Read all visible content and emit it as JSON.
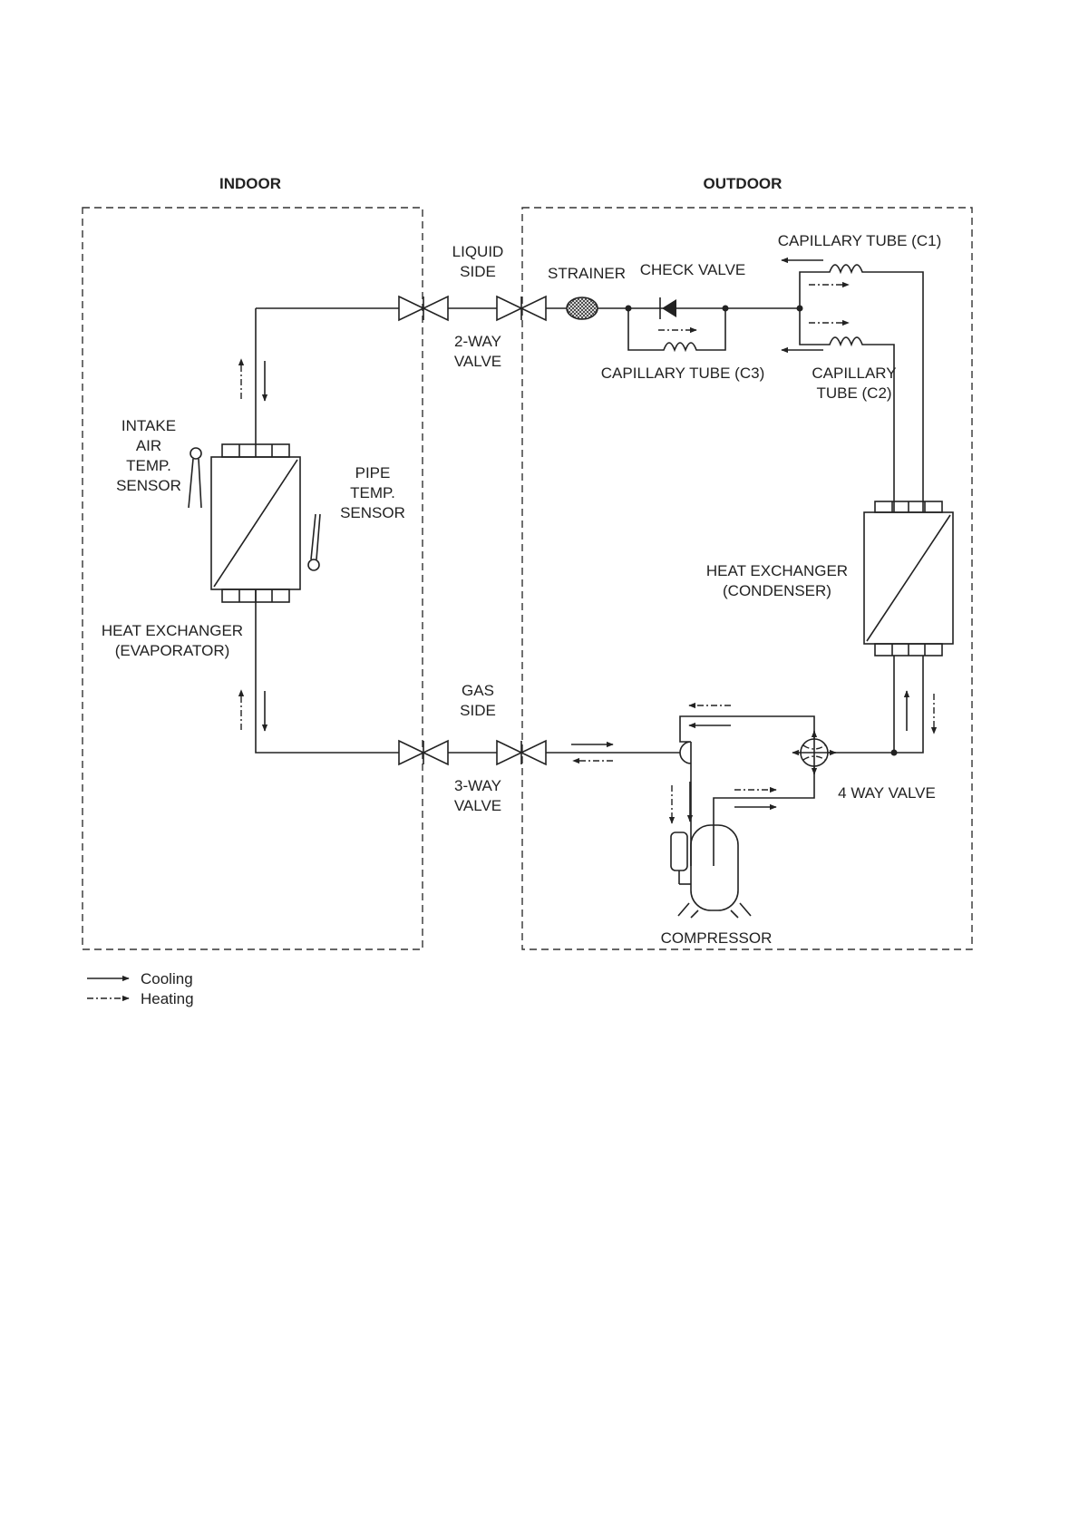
{
  "headings": {
    "indoor": "INDOOR",
    "outdoor": "OUTDOOR"
  },
  "labels": {
    "liquid_side": [
      "LIQUID",
      "SIDE"
    ],
    "two_way_valve": [
      "2-WAY",
      "VALVE"
    ],
    "strainer": "STRAINER",
    "check_valve": "CHECK VALVE",
    "capillary_c1": "CAPILLARY TUBE (C1)",
    "capillary_c3": "CAPILLARY TUBE (C3)",
    "capillary_c2": [
      "CAPILLARY",
      "TUBE (C2)"
    ],
    "intake_sensor": [
      "INTAKE",
      "AIR",
      "TEMP.",
      "SENSOR"
    ],
    "pipe_sensor": [
      "PIPE",
      "TEMP.",
      "SENSOR"
    ],
    "evaporator": [
      "HEAT EXCHANGER",
      "(EVAPORATOR)"
    ],
    "condenser": [
      "HEAT EXCHANGER",
      "(CONDENSER)"
    ],
    "gas_side": [
      "GAS",
      "SIDE"
    ],
    "three_way_valve": [
      "3-WAY",
      "VALVE"
    ],
    "four_way_valve": "4 WAY VALVE",
    "compressor": "COMPRESSOR"
  },
  "legend": {
    "cooling": "Cooling",
    "heating": "Heating"
  }
}
